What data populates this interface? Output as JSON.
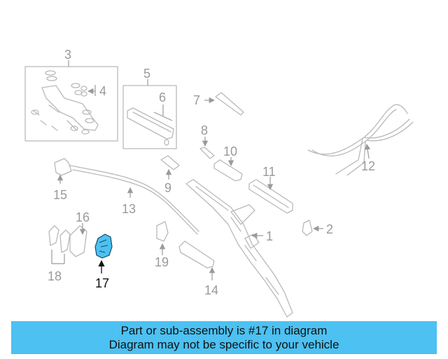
{
  "callouts": {
    "c1": "1",
    "c2": "2",
    "c3": "3",
    "c4": "4",
    "c5": "5",
    "c6": "6",
    "c7": "7",
    "c8": "8",
    "c9": "9",
    "c10": "10",
    "c11": "11",
    "c12": "12",
    "c13": "13",
    "c14": "14",
    "c15": "15",
    "c16": "16",
    "c17": "17",
    "c18": "18",
    "c19": "19"
  },
  "highlighted_part": "17",
  "colors": {
    "banner": "#4cc1f2",
    "highlight_part": "#4cc1f2",
    "part_lines": "#b9b9b9",
    "callout_text": "#9a9a9a"
  },
  "banner": {
    "line1": "Part or sub-assembly is #17 in diagram",
    "line2": "Diagram may not be specific to your vehicle"
  }
}
